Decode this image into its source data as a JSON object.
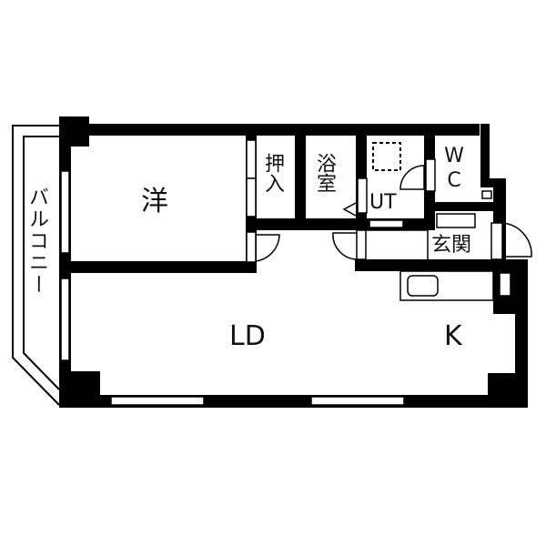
{
  "floorplan": {
    "rooms": {
      "western_room": "洋",
      "closet": "押入",
      "bath": "浴室",
      "utility": "UT",
      "wc": "WC",
      "entrance": "玄関",
      "living_dining": "LD",
      "kitchen": "K",
      "balcony": "バルコニー"
    },
    "colors": {
      "wall": "#000000",
      "background": "#ffffff"
    }
  }
}
